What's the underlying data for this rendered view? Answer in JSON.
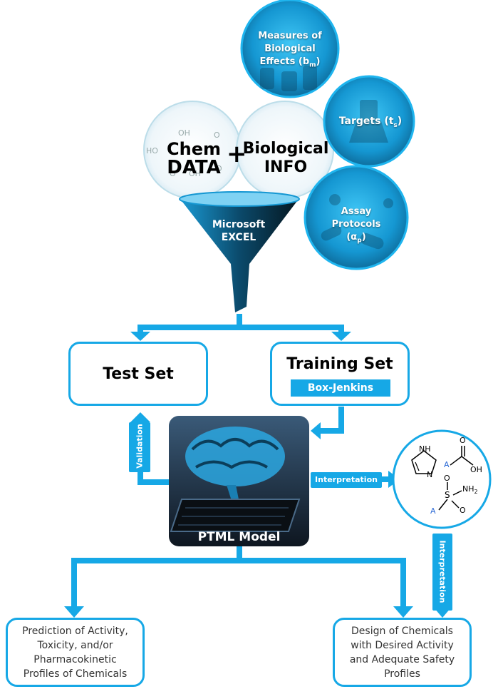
{
  "bubbles": {
    "measures": "Measures of Biological Effects (b",
    "measures_sub": "m",
    "targets": "Targets (t",
    "targets_sub": "s",
    "assay": "Assay Protocols (α",
    "assay_sub": "p"
  },
  "chem": {
    "line1": "Chem",
    "line2": "DATA"
  },
  "plus": "+",
  "bio": {
    "line1": "Biological",
    "line2": "INFO"
  },
  "funnel": {
    "line1": "Microsoft",
    "line2": "EXCEL"
  },
  "test_set": "Test Set",
  "training_set": "Training Set",
  "box_jenkins": "Box-Jenkins",
  "validation": "Validation",
  "interpretation_h": "Interpretation",
  "interpretation_v": "Interpretation",
  "ptml_model": "PTML Model",
  "molecules": {
    "nh": "NH",
    "n": "N",
    "a1": "A",
    "o": "O",
    "oh": "OH",
    "nh2": "NH",
    "nh2_sub": "2",
    "s": "S",
    "a2": "A",
    "o2": "O",
    "o3": "O"
  },
  "prediction": [
    "Prediction of Activity,",
    "Toxicity, and/or",
    "Pharmacokinetic",
    "Profiles of Chemicals"
  ],
  "design": [
    "Design of Chemicals",
    "with Desired Activity",
    "and Adequate Safety",
    "Profiles"
  ],
  "colors": {
    "accent": "#16a8e6",
    "dark": "#0d2b3a"
  }
}
